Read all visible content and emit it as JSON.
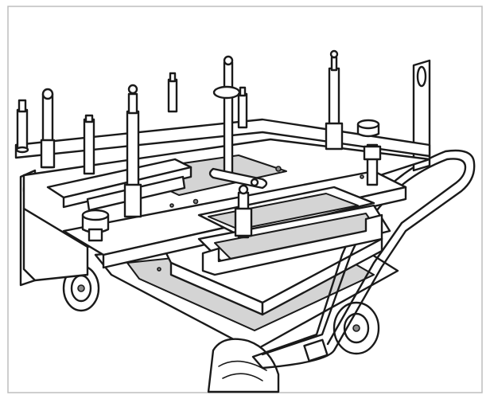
{
  "figure": {
    "subject": "",
    "labels": []
  },
  "colors": {
    "line": "#1a1a1a",
    "fill": "#ffffff",
    "panel": "#d4d4d4",
    "border": "#bdbdbd"
  },
  "icons": [
    "cart-handle",
    "caster-wheel",
    "locating-pin",
    "clamp-knob"
  ]
}
